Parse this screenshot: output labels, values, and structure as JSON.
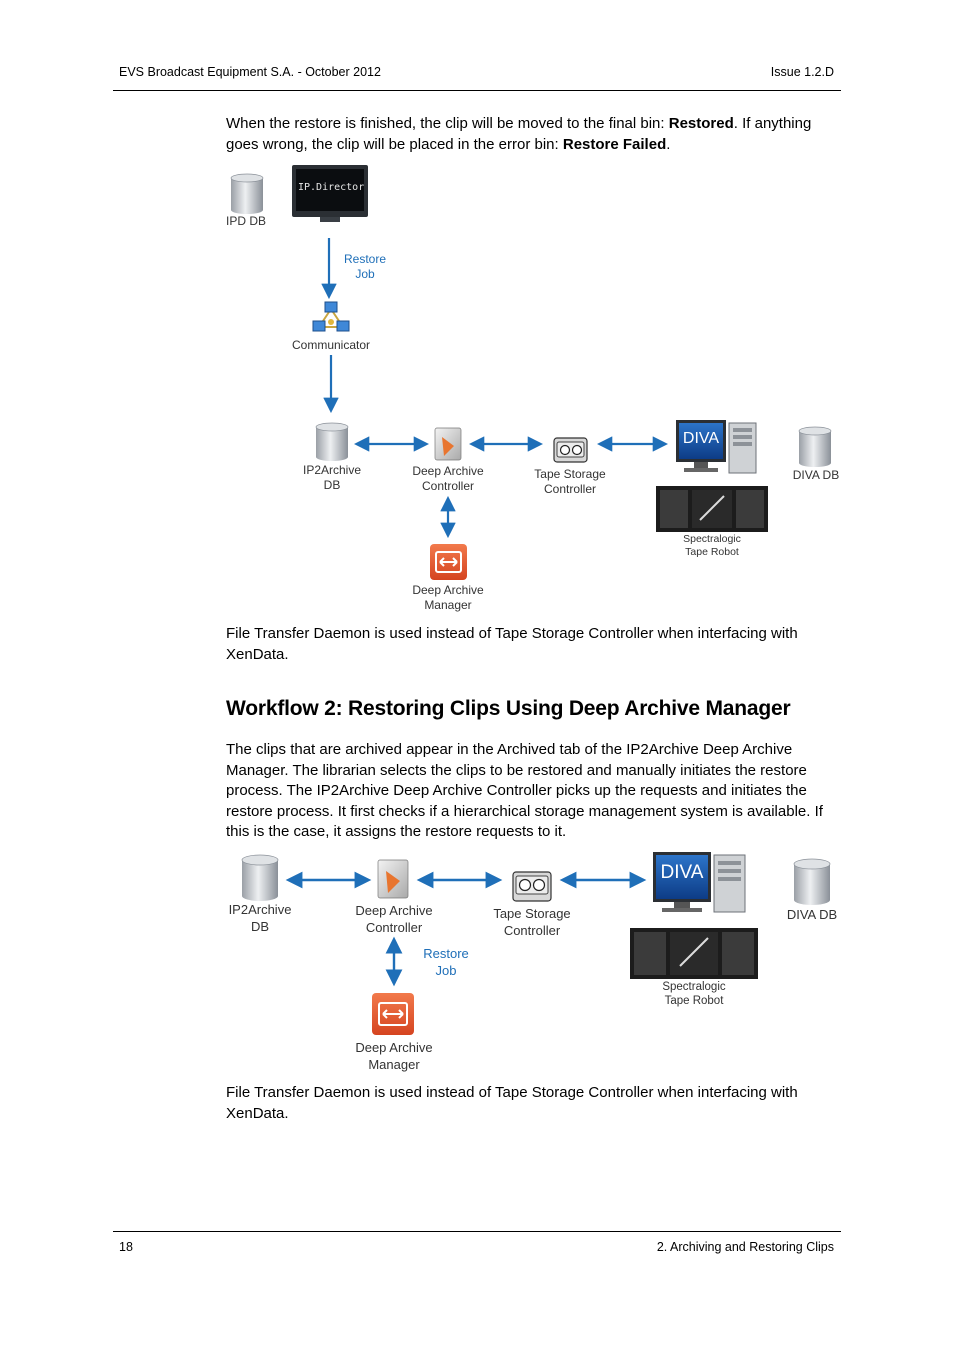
{
  "header": {
    "left": "EVS Broadcast Equipment S.A.  - October 2012",
    "right": "Issue 1.2.D"
  },
  "intro": {
    "text1": "When the restore is finished, the clip will be moved to the final bin: ",
    "bold1": "Restored",
    "text2": ". If anything goes wrong, the clip will be placed in the error bin: ",
    "bold2": "Restore Failed",
    "text3": "."
  },
  "diagram1": {
    "ipd_db": "IPD DB",
    "ipdirector_screen": "IP.Director",
    "restore_job_1": "Restore",
    "restore_job_2": "Job",
    "communicator": "Communicator",
    "ip2archive_db_1": "IP2Archive",
    "ip2archive_db_2": "DB",
    "dac_1": "Deep Archive",
    "dac_2": "Controller",
    "tsc_1": "Tape Storage",
    "tsc_2": "Controller",
    "diva_screen": "DIVA",
    "diva_db": "DIVA DB",
    "robot_1": "Spectralogic",
    "robot_2": "Tape Robot",
    "dam_1": "Deep Archive",
    "dam_2": "Manager"
  },
  "note1": "File Transfer Daemon is used instead of Tape Storage Controller when interfacing with XenData.",
  "heading": "Workflow 2: Restoring Clips Using Deep Archive Manager",
  "body2": "The clips that are archived appear in the Archived tab of the IP2Archive Deep Archive Manager. The librarian selects the clips to be restored and manually initiates the restore process. The IP2Archive Deep Archive Controller picks up the requests and initiates the restore process. It first checks if a hierarchical storage management system is available. If this is the case, it assigns the restore requests to it.",
  "diagram2": {
    "ip2archive_db_1": "IP2Archive",
    "ip2archive_db_2": "DB",
    "dac_1": "Deep Archive",
    "dac_2": "Controller",
    "tsc_1": "Tape Storage",
    "tsc_2": "Controller",
    "diva_screen": "DIVA",
    "diva_db": "DIVA DB",
    "restore_job_1": "Restore",
    "restore_job_2": "Job",
    "robot_1": "Spectralogic",
    "robot_2": "Tape Robot",
    "dam_1": "Deep Archive",
    "dam_2": "Manager"
  },
  "note2": "File Transfer Daemon is used instead of Tape Storage Controller when interfacing with XenData.",
  "footer": {
    "left": "18",
    "right": "2. Archiving and Restoring Clips"
  },
  "colors": {
    "arrow": "#1f6fb8",
    "label_blue": "#1f6fb8",
    "dam_orange": "#e8572a"
  }
}
